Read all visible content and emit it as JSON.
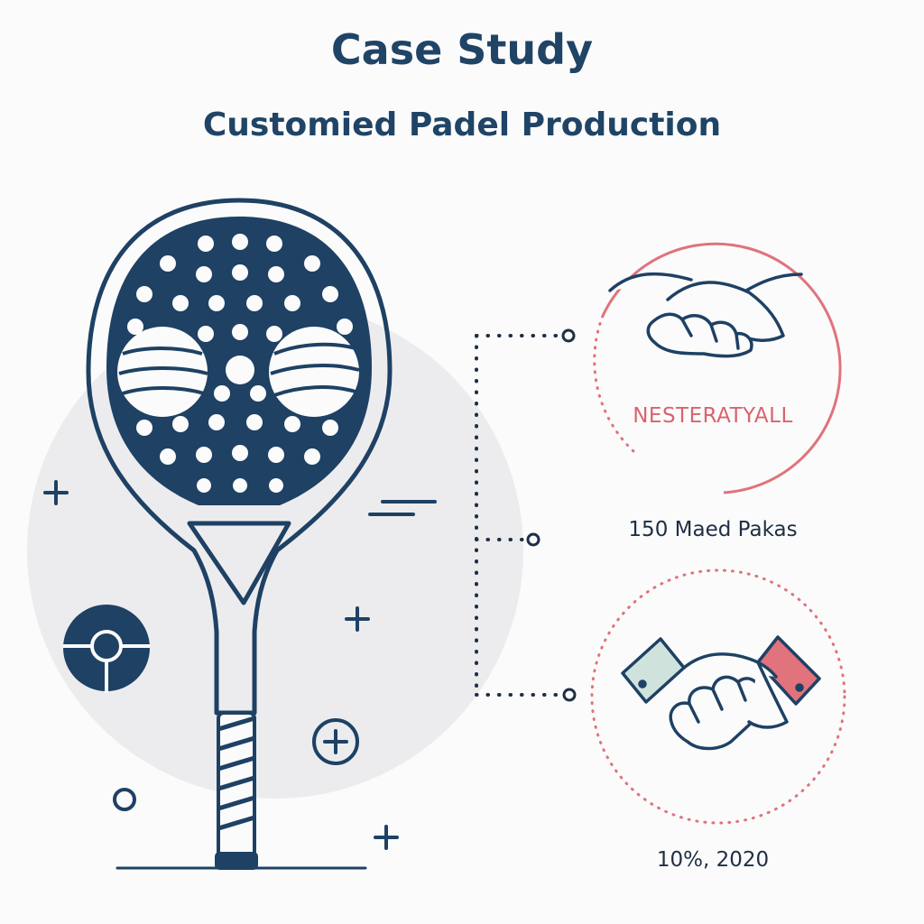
{
  "header": {
    "title": "Case Study",
    "subtitle": "Customied Padel Production"
  },
  "labels": {
    "partner": "NESTERATYALL",
    "count": "150 Maed Pakas",
    "year": "10%, 2020"
  },
  "colors": {
    "navy": "#1e4164",
    "accent_red": "#e0737c",
    "mint": "#cfe3dc",
    "backdrop": "#ececee",
    "text_dark": "#1e2f45"
  },
  "icons": [
    "padel-racket-icon",
    "padel-ball-icon",
    "handshake-icon",
    "plus-icon",
    "target-icon",
    "circled-plus-icon",
    "speed-lines-icon"
  ]
}
